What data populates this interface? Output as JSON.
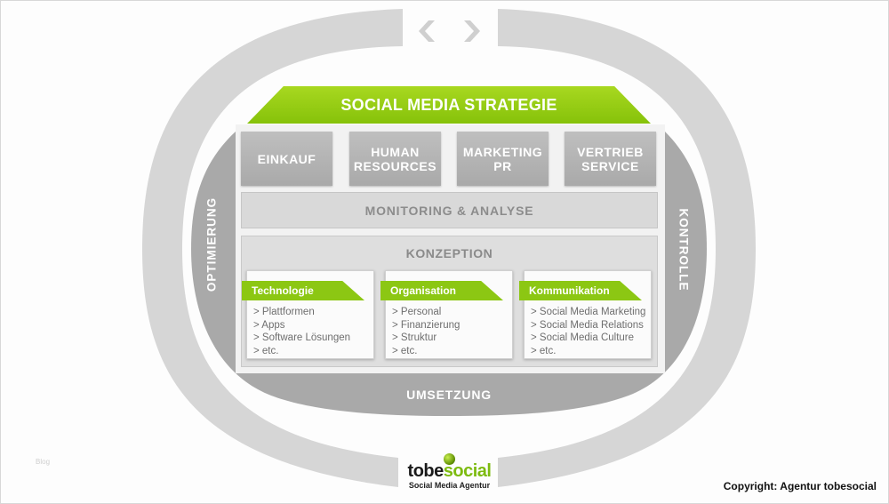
{
  "strategy": "SOCIAL MEDIA STRATEGIE",
  "departments": [
    {
      "label": "EINKAUF"
    },
    {
      "label": "HUMAN\nRESOURCES"
    },
    {
      "label": "MARKETING\nPR"
    },
    {
      "label": "VERTRIEB\nSERVICE"
    }
  ],
  "monitoring": "MONITORING & ANALYSE",
  "konzeption": {
    "title": "KONZEPTION",
    "cards": [
      {
        "title": "Technologie",
        "items": [
          "> Plattformen",
          "> Apps",
          "> Software Lösungen",
          "> etc."
        ]
      },
      {
        "title": "Organisation",
        "items": [
          "> Personal",
          "> Finanzierung",
          "> Struktur",
          "> etc."
        ]
      },
      {
        "title": "Kommunikation",
        "items": [
          "> Social Media Marketing",
          "> Social Media Relations",
          "> Social Media Culture",
          "> etc."
        ]
      }
    ]
  },
  "umsetzung": "UMSETZUNG",
  "optimierung": "OPTIMIERUNG",
  "kontrolle": "KONTROLLE",
  "logo": {
    "part1": "tobe",
    "part2": "social",
    "tagline": "Social Media Agentur"
  },
  "copyright": "Copyright: Agentur tobesocial",
  "watermark": "Blog",
  "icons": {
    "left": "chevron-left-icon",
    "right": "chevron-right-icon"
  },
  "colors": {
    "green": "#8cc713",
    "gray_ring": "#d4d4d4",
    "gray_dark": "#a9a9a9"
  }
}
